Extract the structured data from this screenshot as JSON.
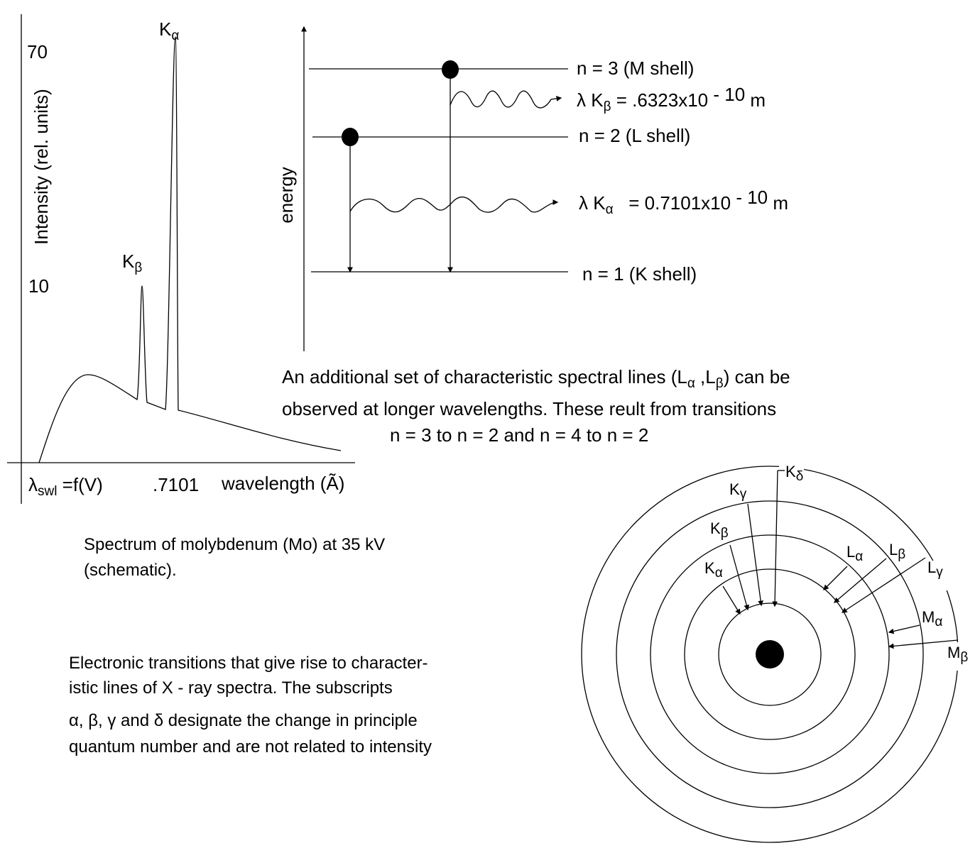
{
  "spectrum": {
    "y_axis_label": "Intensity (rel. units)",
    "y_tick_70": "70",
    "y_tick_10": "10",
    "peak_k_alpha": {
      "main": "K",
      "sub": "α"
    },
    "peak_k_beta": {
      "main": "K",
      "sub": "β"
    },
    "x_label_swl": {
      "main": "λ",
      "sub": "swl",
      "rest": " =f(V)"
    },
    "x_tick_7101": ".7101",
    "x_axis_label": "wavelength (Ã)",
    "caption_line1": "Spectrum of molybdenum (Mo) at 35 kV",
    "caption_line2": "(schematic)."
  },
  "energy_diagram": {
    "axis_label": "energy",
    "level_n3": "n = 3 (M shell)",
    "level_n2": "n = 2 (L shell)",
    "level_n1": "n = 1 (K shell)",
    "k_beta_wavelength": {
      "prefix": "λ K",
      "sub": "β",
      "value": " = .6323x10",
      "exp": " - 10",
      "unit": " m"
    },
    "k_alpha_wavelength": {
      "prefix": "λ K",
      "sub": "α",
      "value": "   = 0.7101x10",
      "exp": " - 10",
      "unit": " m"
    }
  },
  "note": {
    "line1_a": "An additional set of characteristic spectral lines (L",
    "line1_sub1": "α",
    "line1_b": " ,L",
    "line1_sub2": "β",
    "line1_c": ") can be",
    "line2": "observed at longer wavelengths. These reult from transitions",
    "line3": "n = 3 to n = 2 and n = 4 to n = 2"
  },
  "shell_diagram": {
    "labels": [
      {
        "main": "K",
        "sub": "δ"
      },
      {
        "main": "K",
        "sub": "γ"
      },
      {
        "main": "K",
        "sub": "β"
      },
      {
        "main": "K",
        "sub": "α"
      },
      {
        "main": "L",
        "sub": "α"
      },
      {
        "main": "L",
        "sub": "β"
      },
      {
        "main": "L",
        "sub": "γ"
      },
      {
        "main": "M",
        "sub": "α"
      },
      {
        "main": "M",
        "sub": "β"
      }
    ],
    "caption_line1": "Electronic transitions that give rise to character-",
    "caption_line2": "istic lines of X - ray spectra. The subscripts",
    "caption_line3": "α, β, γ and δ designate the change in principle",
    "caption_line4": "quantum number and are not related to intensity"
  }
}
